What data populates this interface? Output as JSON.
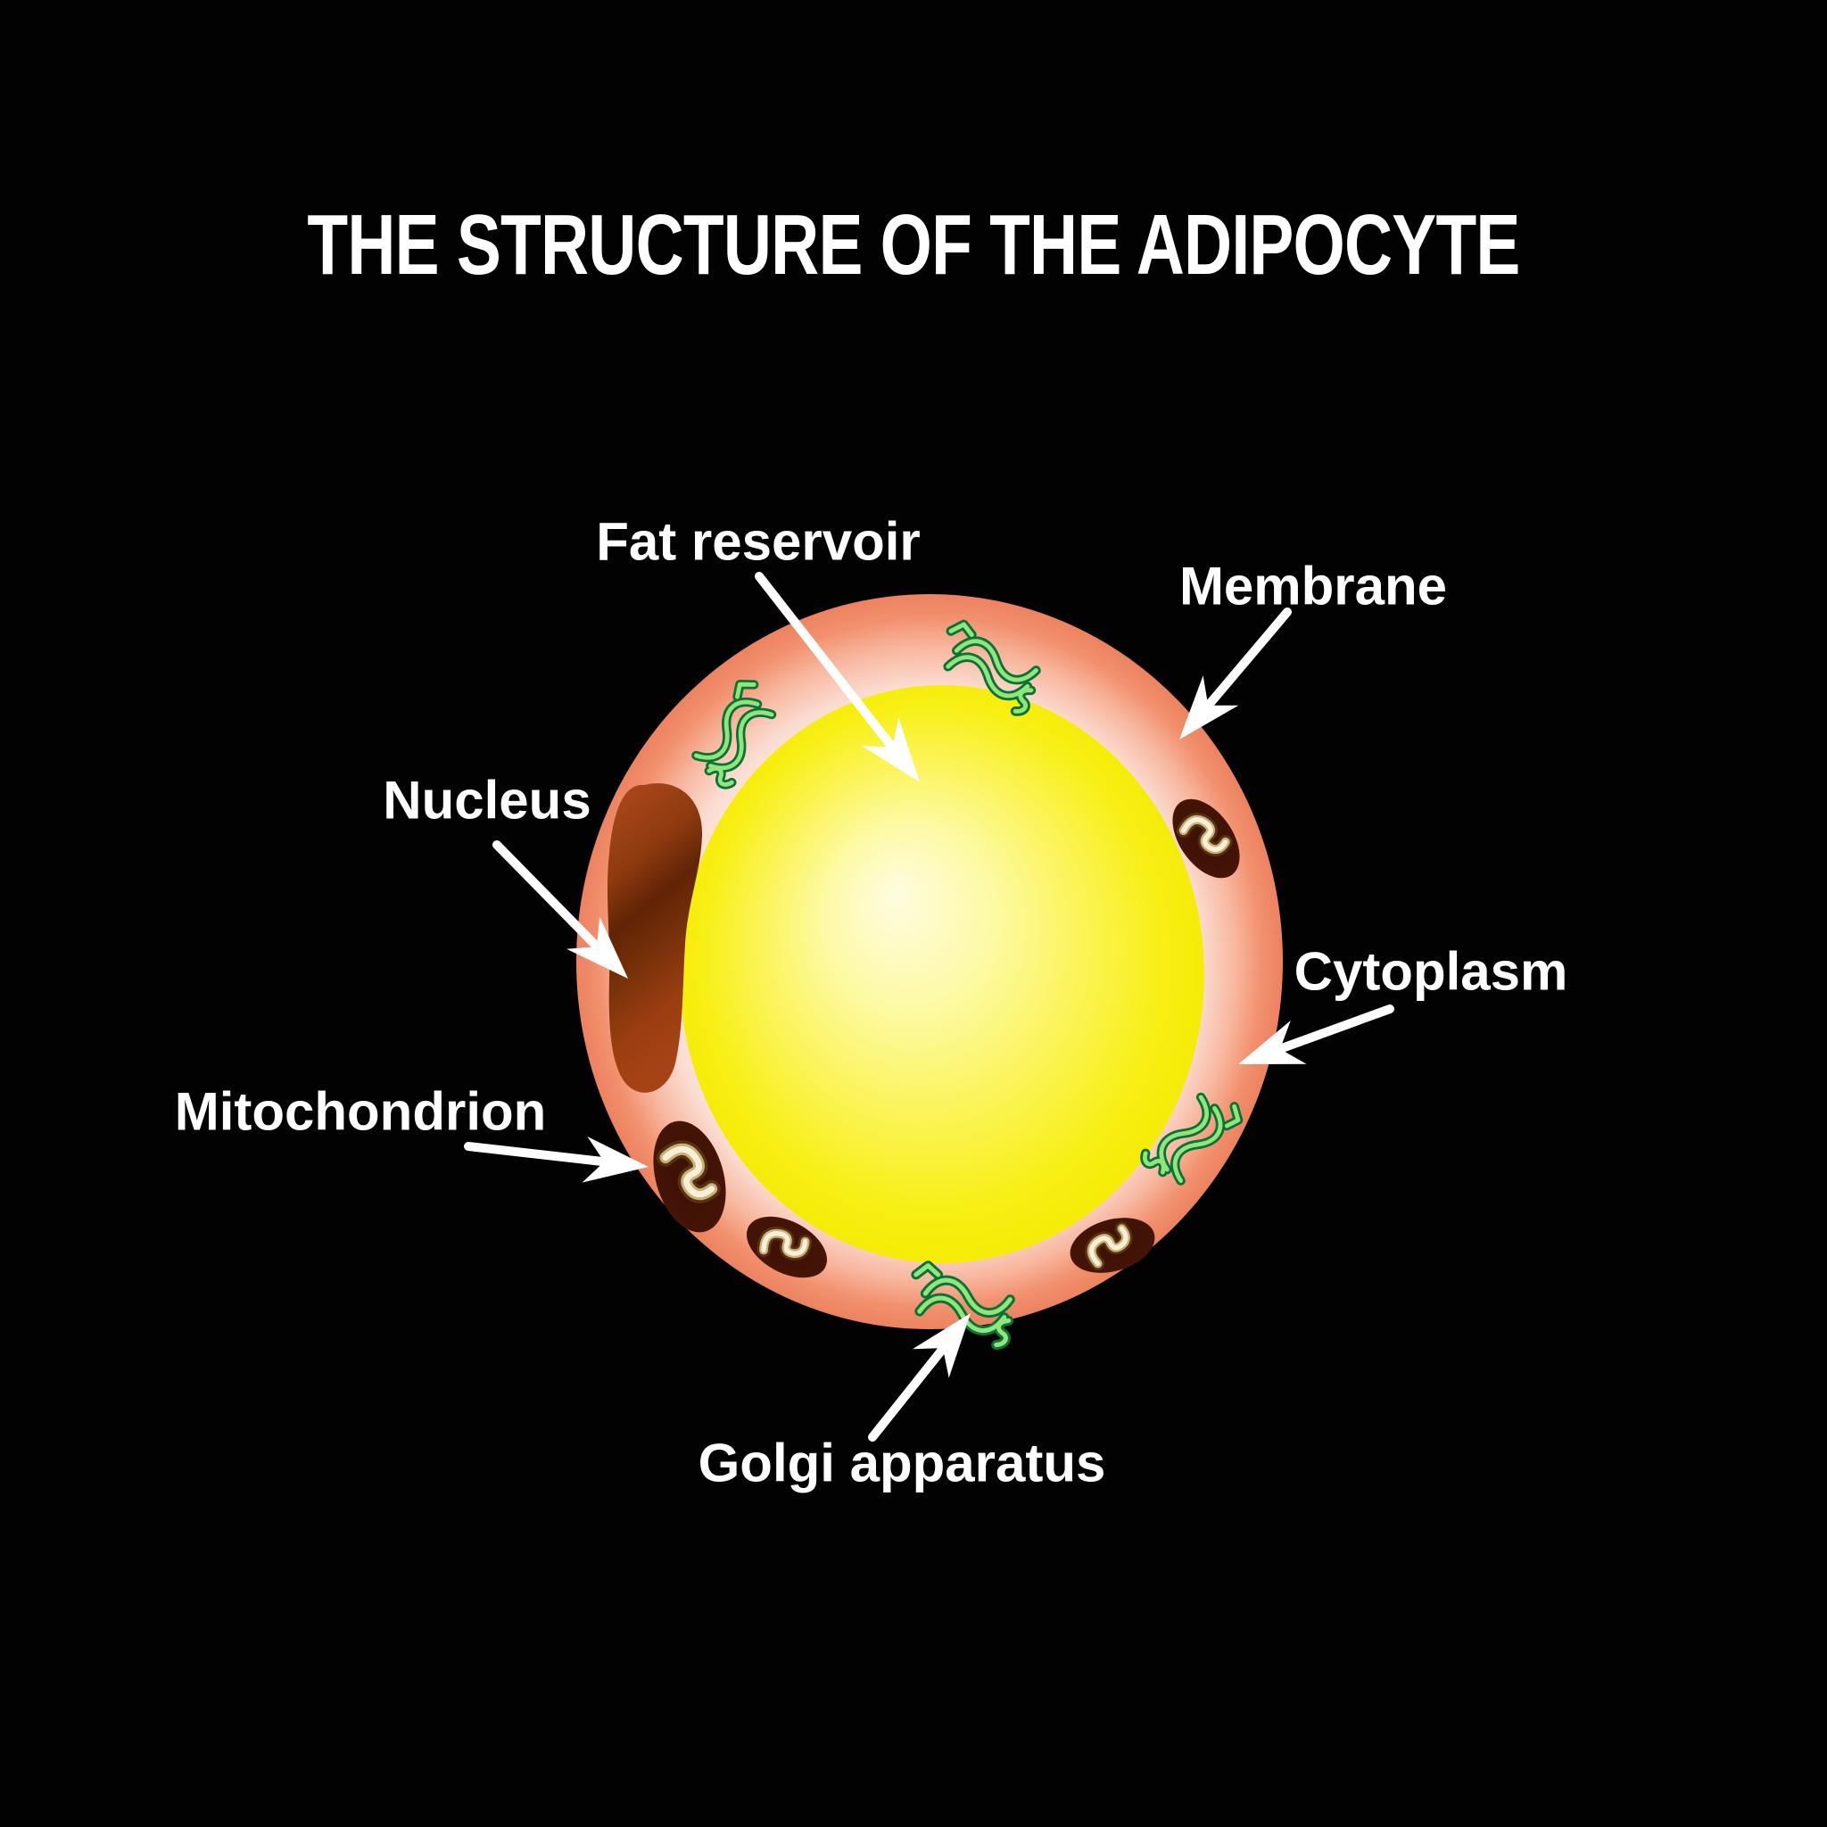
{
  "title": "THE STRUCTURE OF THE ADIPOCYTE",
  "labels": {
    "fat_reservoir": "Fat reservoir",
    "membrane": "Membrane",
    "nucleus": "Nucleus",
    "cytoplasm": "Cytoplasm",
    "mitochondrion": "Mitochondrion",
    "golgi_apparatus": "Golgi apparatus"
  },
  "figure": {
    "mitochondria_count": 4,
    "golgi_stack_count": 4,
    "nucleus_count": 1,
    "fat_reservoir_count": 1
  },
  "colors": {
    "background": "#020202",
    "label_text": "#ffffff",
    "arrow": "#ffffff",
    "membrane_outer": "#ec8260",
    "membrane_mid_pink": "#f8b79f",
    "membrane_inner": "#fdf0ea",
    "cytoplasm": "#fef7f3",
    "fat_center": "#fefce0",
    "fat_mid": "#fbf45a",
    "fat_edge": "#f3ea00",
    "nucleus_light": "#b04a1d",
    "nucleus_dark": "#612406",
    "nucleus_bottom": "#a64315",
    "mitochondrion_body": "#431307",
    "mitochondrion_cristae": "#f6f0d8",
    "mitochondrion_cristae_shade": "#c8b27c",
    "golgi_outline": "#0d7136",
    "golgi_fill": "#8fe67d"
  }
}
